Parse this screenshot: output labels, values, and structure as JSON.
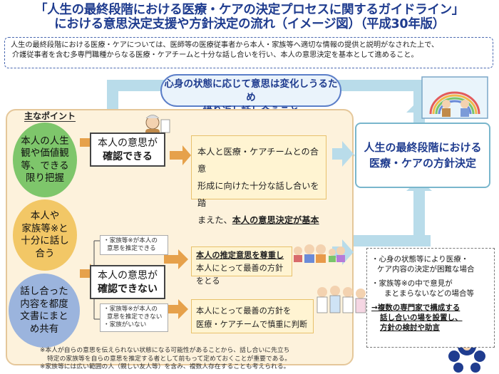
{
  "title": {
    "line1": "「人生の最終段階における医療・ケアの決定プロセスに関するガイドライン」",
    "line2": "における意思決定支援や方針決定の流れ（イメージ図）（平成30年版）"
  },
  "intro": {
    "line1": "人生の最終段階における医療・ケアについては、医師等の医療従事者から本人・家族等へ適切な情報の提供と説明がなされた上で、",
    "line2": "介護従事者を含む多専門職種からなる医療・ケアチームと十分な話し合いを行い、本人の意思決定を基本として進めること。"
  },
  "bubble": {
    "line1": "心身の状態に応じて意思は変化しうるため",
    "line2": "繰り返し話し合うこと"
  },
  "points": {
    "label": "主なポイント",
    "items": [
      {
        "lines": [
          "本人の人生",
          "観や価値観",
          "等、できる",
          "限り把握"
        ]
      },
      {
        "lines": [
          "本人や",
          "家族等※と",
          "十分に話し",
          "合う"
        ]
      },
      {
        "lines": [
          "話し合った",
          "内容を都度",
          "文書にまと",
          "め共有"
        ]
      }
    ]
  },
  "confirm_yes": {
    "line1": "本人の意思が",
    "line2": "確認できる"
  },
  "confirm_yes_text": {
    "line1": "本人と医療・ケアチームとの合意",
    "line2": "形成に向けた十分な話し合いを踏",
    "line3a": "まえた、",
    "line3b": "本人の意思決定が基本"
  },
  "confirm_no": {
    "line1": "本人の意思が",
    "line2": "確認できない"
  },
  "presumable": {
    "line1": "・家族等※が本人の",
    "line2": "意思を推定できる"
  },
  "presumable_text": {
    "line1": "本人の推定意思を尊重し",
    "line2": "本人にとって最善の方針をとる"
  },
  "not_presumable": {
    "line1": "・家族等※が本人の",
    "line2": "意思を推定できない",
    "line3": "・家族がいない"
  },
  "not_presumable_text": {
    "line1": "本人にとって最善の方針を",
    "line2": "医療・ケアチームで慎重に判断"
  },
  "result": {
    "line1": "人生の最終段階における",
    "line2": "医療・ケアの方針決定"
  },
  "side_note": {
    "item1a": "・心身の状態等により医療・",
    "item1b": "ケア内容の決定が困難な場合",
    "item2a": "・家族等※の中で意見が",
    "item2b": "まとまらないなどの場合等",
    "item3a": "→複数の専門家で構成する",
    "item3b": "話し合いの場を設置し、",
    "item3c": "方針の検討や助言"
  },
  "footnotes": {
    "line1": "※本人が自らの意思を伝えられない状態になる可能性があることから、話し合いに先立ち",
    "line2": "特定の家族等を自らの意思を推定する者として前もって定めておくことが重要である。",
    "line3": "※家族等には広い範囲の人（親しい友人等）を含み、複数人存在することも考えられる。"
  },
  "icons": [
    "elderly-person-icon",
    "family-group-icon",
    "care-team-icon",
    "doctors-icon",
    "rainbow-window-icon",
    "expert-meeting-icon"
  ],
  "colors": {
    "title_blue": "#1f3c8f",
    "arrow_band": "#b9dcea",
    "panel_bg": "#fdf2dc",
    "green_circle": "#7ec66b",
    "yellow_circle": "#f2c766",
    "blue_circle": "#9bb4dd",
    "highlight_yellow": "#fff4d2"
  }
}
